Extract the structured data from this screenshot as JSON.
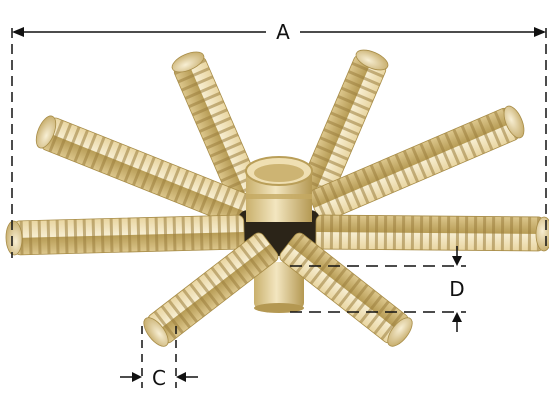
{
  "dimensions": {
    "a": "A",
    "c": "C",
    "d": "D"
  },
  "colors": {
    "body": "#e6d198",
    "groove": "#9a7d3c",
    "highlight": "#f7eed2",
    "shadow": "#b0964f",
    "hub_dark": "#2b2418",
    "line": "#111111"
  }
}
